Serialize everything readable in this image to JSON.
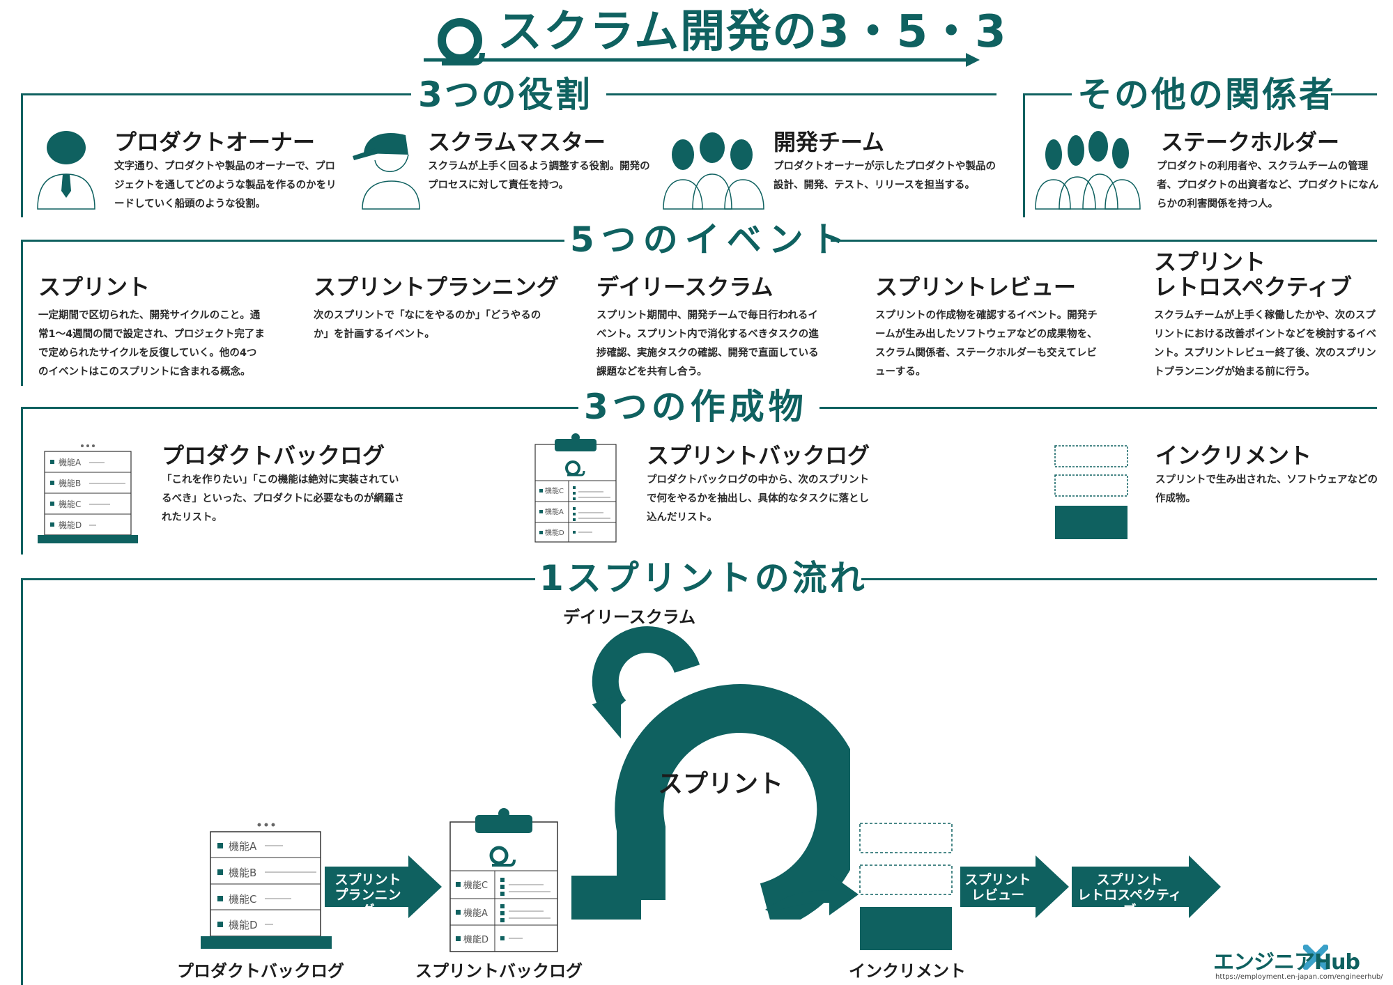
{
  "title": "スクラム開発の3・5・3",
  "sections": {
    "roles": "3つの役割",
    "stakeholders": "その他の関係者",
    "events": "5つのイベント",
    "artifacts": "3つの作成物",
    "flow": "1スプリントの流れ"
  },
  "roles": [
    {
      "title": "プロダクトオーナー",
      "desc": "文字通り、プロダクトや製品のオーナーで、プロジェクトを通してどのような製品を作るのかをリードしていく船頭のような役割。",
      "icon": "person-with-tie-icon"
    },
    {
      "title": "スクラムマスター",
      "desc": "スクラムが上手く回るよう調整する役割。開発のプロセスに対して責任を持つ。",
      "icon": "person-with-cap-icon"
    },
    {
      "title": "開発チーム",
      "desc": "プロダクトオーナーが示したプロダクトや製品の設計、開発、テスト、リリースを担当する。",
      "icon": "team-icon"
    }
  ],
  "stakeholder": {
    "title": "ステークホルダー",
    "desc": "プロダクトの利用者や、スクラムチームの管理者、プロダクトの出資者など、プロダクトになんらかの利害関係を持つ人。",
    "icon": "group-icon"
  },
  "events": [
    {
      "title": "スプリント",
      "desc": "一定期間で区切られた、開発サイクルのこと。通常1〜4週間の間で設定され、プロジェクト完了まで定められたサイクルを反復していく。他の4つのイベントはこのスプリントに含まれる概念。"
    },
    {
      "title": "スプリントプランニング",
      "desc": "次のスプリントで「なにをやるのか」「どうやるのか」を計画するイベント。"
    },
    {
      "title": "デイリースクラム",
      "desc": "スプリント期間中、開発チームで毎日行われるイベント。スプリント内で消化するべきタスクの進捗確認、実施タスクの確認、開発で直面している課題などを共有し合う。"
    },
    {
      "title": "スプリントレビュー",
      "desc": "スプリントの作成物を確認するイベント。開発チームが生み出したソフトウェアなどの成果物を、スクラム関係者、ステークホルダーも交えてレビューする。"
    },
    {
      "title": "スプリント\nレトロスペクティブ",
      "desc": "スクラムチームが上手く稼働したかや、次のスプリントにおける改善ポイントなどを検討するイベント。スプリントレビュー終了後、次のスプリントプランニングが始まる前に行う。"
    }
  ],
  "artifacts": [
    {
      "title": "プロダクトバックログ",
      "desc": "「これを作りたい」「この機能は絶対に実装されているべき」といった、プロダクトに必要なものが網羅されたリスト。"
    },
    {
      "title": "スプリントバックログ",
      "desc": "プロダクトバックログの中から、次のスプリントで何をやるかを抽出し、具体的なタスクに落とし込んだリスト。"
    },
    {
      "title": "インクリメント",
      "desc": "スプリントで生み出された、ソフトウェアなどの作成物。"
    }
  ],
  "features": {
    "product_backlog": [
      "機能A",
      "機能B",
      "機能C",
      "機能D"
    ],
    "sprint_backlog": [
      "機能C",
      "機能A",
      "機能D"
    ]
  },
  "flow": {
    "daily_scrum": "デイリースクラム",
    "sprint": "スプリント",
    "planning_arrow": "スプリント\nプランニング",
    "review_arrow": "スプリント\nレビュー",
    "retro_arrow": "スプリント\nレトロスペクティブ",
    "product_backlog": "プロダクトバックログ",
    "sprint_backlog": "スプリントバックログ",
    "increment": "インクリメント"
  },
  "footer": {
    "logo": "エンジニアHub",
    "url": "https://employment.en-japan.com/engineerhub/"
  },
  "colors": {
    "teal": "#0f6160",
    "text": "#1c1c1c"
  }
}
